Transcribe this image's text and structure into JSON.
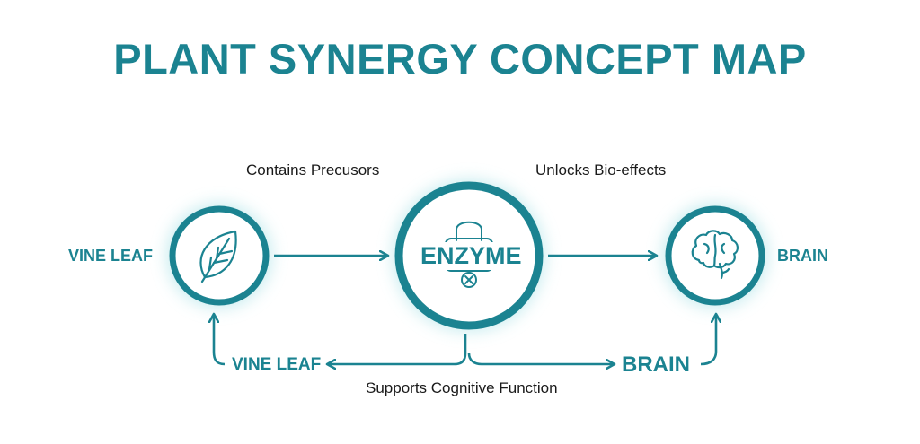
{
  "title": "PLANT SYNERGY CONCEPT MAP",
  "nodes": {
    "vine_leaf": {
      "label": "VINE LEAF",
      "icon": "leaf-icon"
    },
    "enzyme": {
      "label": "ENZYME",
      "icon": "lock-icon"
    },
    "brain": {
      "label": "BRAIN",
      "icon": "brain-icon"
    }
  },
  "edges": {
    "leaf_to_enzyme": "Contains Precusors",
    "enzyme_to_brain": "Unlocks Bio-effects",
    "feedback": "Supports Cognitive Function"
  },
  "feedback_labels": {
    "left": "VINE LEAF",
    "right": "BRAIN"
  },
  "colors": {
    "primary": "#1b8391",
    "glow": "#bfe9ec",
    "text": "#1a1a1a"
  }
}
